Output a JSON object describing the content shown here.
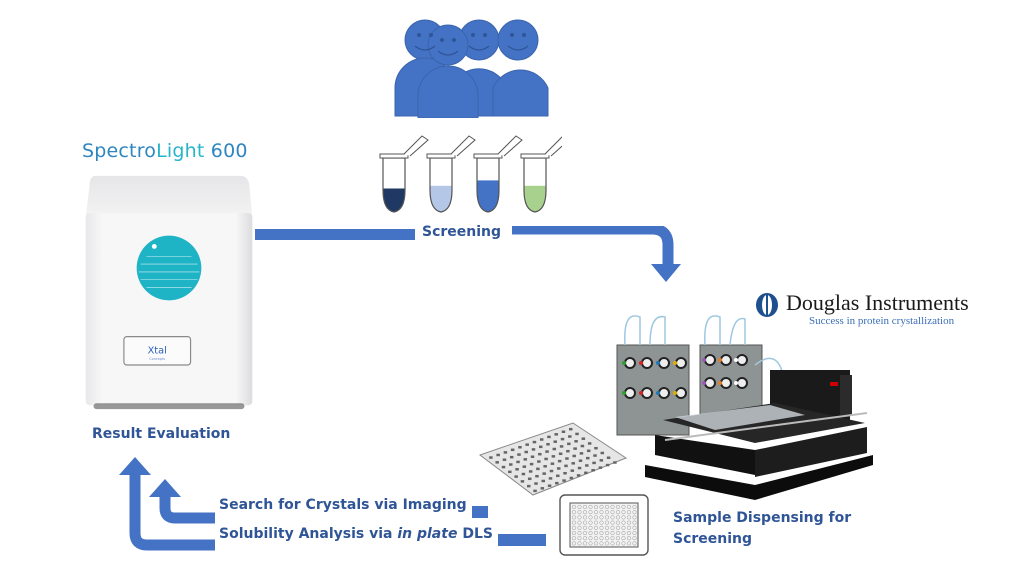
{
  "spectrolight": {
    "title_part1": "Spectro",
    "title_part2": "Light",
    "title_part3": " 600",
    "badge_logo": "Xtal",
    "badge_sub": "Concepts"
  },
  "labels": {
    "screening": "Screening",
    "result_evaluation": "Result Evaluation",
    "search_crystals": "Search for Crystals via Imaging",
    "solubility_prefix": "Solubility Analysis via ",
    "solubility_italic": "in plate",
    "solubility_suffix": " DLS",
    "sample_dispensing_line1": "Sample Dispensing for",
    "sample_dispensing_line2": "Screening"
  },
  "douglas": {
    "name": "Douglas Instruments",
    "tagline": "Success in protein crystallization"
  },
  "tubes": [
    {
      "name": "tube-dark-blue",
      "fill": "#1f3864",
      "level": 0.25
    },
    {
      "name": "tube-light-blue",
      "fill": "#b4c7e7",
      "level": 0.3
    },
    {
      "name": "tube-medium-blue",
      "fill": "#4472c4",
      "level": 0.4
    },
    {
      "name": "tube-light-green",
      "fill": "#a9d18e",
      "level": 0.3
    }
  ],
  "colors": {
    "arrow_blue": "#4472c4",
    "label_blue": "#2f5597",
    "people_blue": "#4472c4",
    "screen_teal": "#1fb3c6"
  }
}
